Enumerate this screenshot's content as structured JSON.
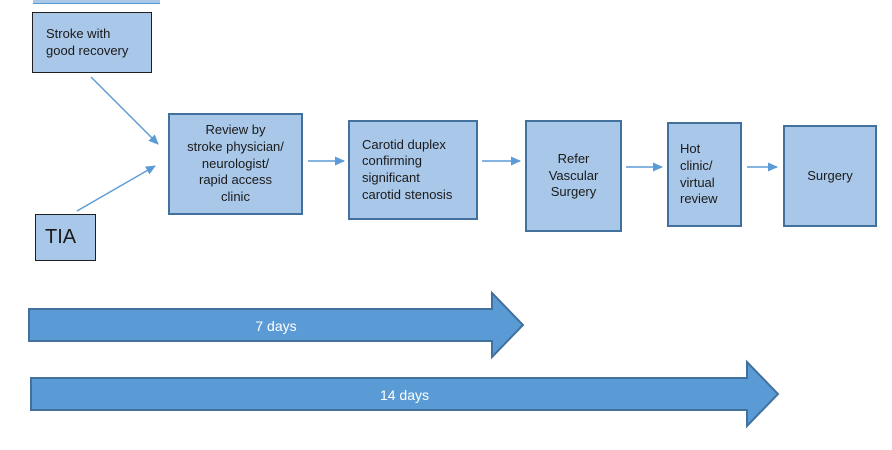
{
  "colors": {
    "box_fill": "#A9C7E8",
    "flow_border": "#41719C",
    "plain_border": "#1F1F1F",
    "connector": "#5B9BD5",
    "arrow_fill": "#5B9BD5",
    "arrow_border": "#41719C",
    "text_color": "#1A1A1A",
    "arrow_label": "#FFFFFF"
  },
  "nodes": {
    "stroke": "Stroke with\ngood recovery",
    "tia": "TIA",
    "review": "Review by\nstroke physician/\nneurologist/\nrapid access\nclinic",
    "duplex": "Carotid duplex\nconfirming\nsignificant\ncarotid stenosis",
    "refer": "Refer\nVascular\nSurgery",
    "hot_clinic": "Hot\nclinic/\nvirtual\nreview",
    "surgery": "Surgery"
  },
  "timeline": {
    "seven_days": "7 days",
    "fourteen_days": "14 days"
  }
}
